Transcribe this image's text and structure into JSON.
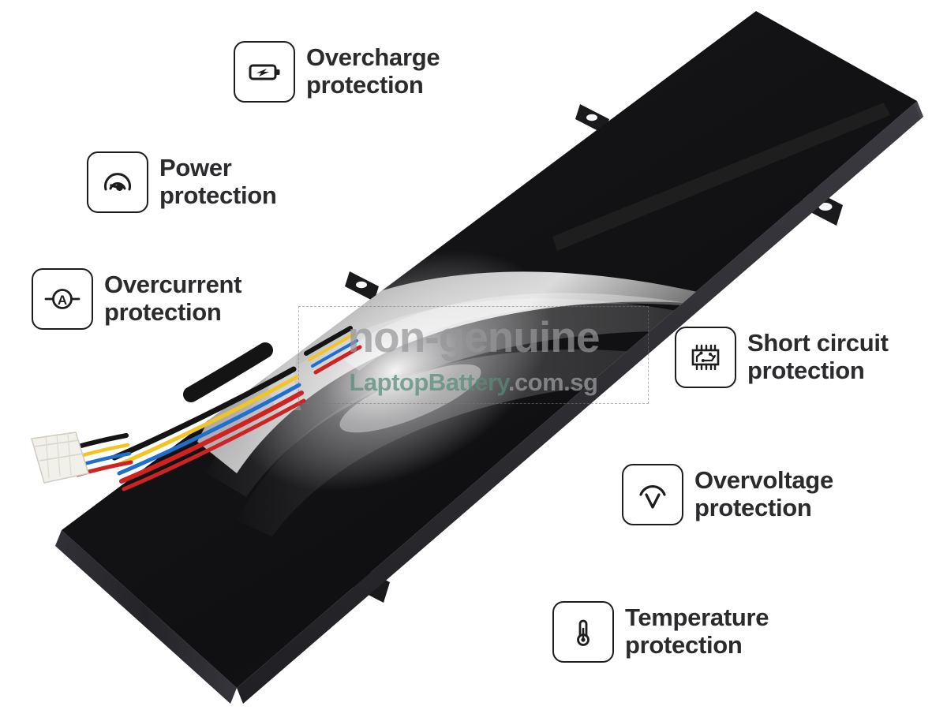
{
  "background_color": "#ffffff",
  "product": {
    "name": "laptop-battery",
    "body_color": "#121214",
    "edge_color": "#2e2e32",
    "connector": {
      "housing_color": "#f2f0ea",
      "wire_colors": [
        "#111111",
        "#f2c521",
        "#1f6fd0",
        "#cf2222",
        "#cf2222"
      ],
      "sleeve_color": "#141414"
    },
    "mount_tabs": 4
  },
  "callouts": [
    {
      "id": "overcharge",
      "icon": "battery-bolt-icon",
      "line1": "Overcharge",
      "line2": "protection"
    },
    {
      "id": "power",
      "icon": "gauge-icon",
      "line1": "Power",
      "line2": "protection"
    },
    {
      "id": "overcurrent",
      "icon": "ammeter-icon",
      "line1": "Overcurrent",
      "line2": "protection"
    },
    {
      "id": "short-circuit",
      "icon": "chip-icon",
      "line1": "Short circuit",
      "line2": "protection"
    },
    {
      "id": "overvoltage",
      "icon": "voltmeter-icon",
      "line1": "Overvoltage",
      "line2": "protection"
    },
    {
      "id": "temperature",
      "icon": "thermometer-icon",
      "line1": "Temperature",
      "line2": "protection"
    }
  ],
  "watermark": {
    "main": "non-genuine",
    "brand": "LaptopBattery",
    "tld": ".com.sg",
    "main_color": "#969698",
    "brand_color": "#568c79",
    "tld_color": "#96989a"
  }
}
